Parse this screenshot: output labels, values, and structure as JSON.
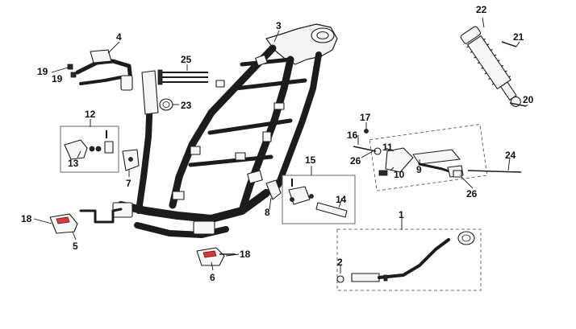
{
  "diagram": {
    "callouts": [
      {
        "id": "c1",
        "label": "1"
      },
      {
        "id": "c2",
        "label": "2"
      },
      {
        "id": "c3",
        "label": "3"
      },
      {
        "id": "c4",
        "label": "4"
      },
      {
        "id": "c5",
        "label": "5"
      },
      {
        "id": "c6",
        "label": "6"
      },
      {
        "id": "c7",
        "label": "7"
      },
      {
        "id": "c8",
        "label": "8"
      },
      {
        "id": "c9",
        "label": "9"
      },
      {
        "id": "c10",
        "label": "10"
      },
      {
        "id": "c11",
        "label": "11"
      },
      {
        "id": "c12",
        "label": "12"
      },
      {
        "id": "c13",
        "label": "13"
      },
      {
        "id": "c14",
        "label": "14"
      },
      {
        "id": "c15",
        "label": "15"
      },
      {
        "id": "c16",
        "label": "16"
      },
      {
        "id": "c17",
        "label": "17"
      },
      {
        "id": "c18a",
        "label": "18"
      },
      {
        "id": "c18b",
        "label": "18"
      },
      {
        "id": "c19a",
        "label": "19"
      },
      {
        "id": "c19b",
        "label": "19"
      },
      {
        "id": "c20",
        "label": "20"
      },
      {
        "id": "c21",
        "label": "21"
      },
      {
        "id": "c22",
        "label": "22"
      },
      {
        "id": "c23",
        "label": "23"
      },
      {
        "id": "c24",
        "label": "24"
      },
      {
        "id": "c25",
        "label": "25"
      },
      {
        "id": "c26a",
        "label": "26"
      },
      {
        "id": "c26b",
        "label": "26"
      }
    ],
    "colors": {
      "line": "#1c1c1c",
      "accent_red": "#d23b3b",
      "background": "#ffffff"
    }
  }
}
